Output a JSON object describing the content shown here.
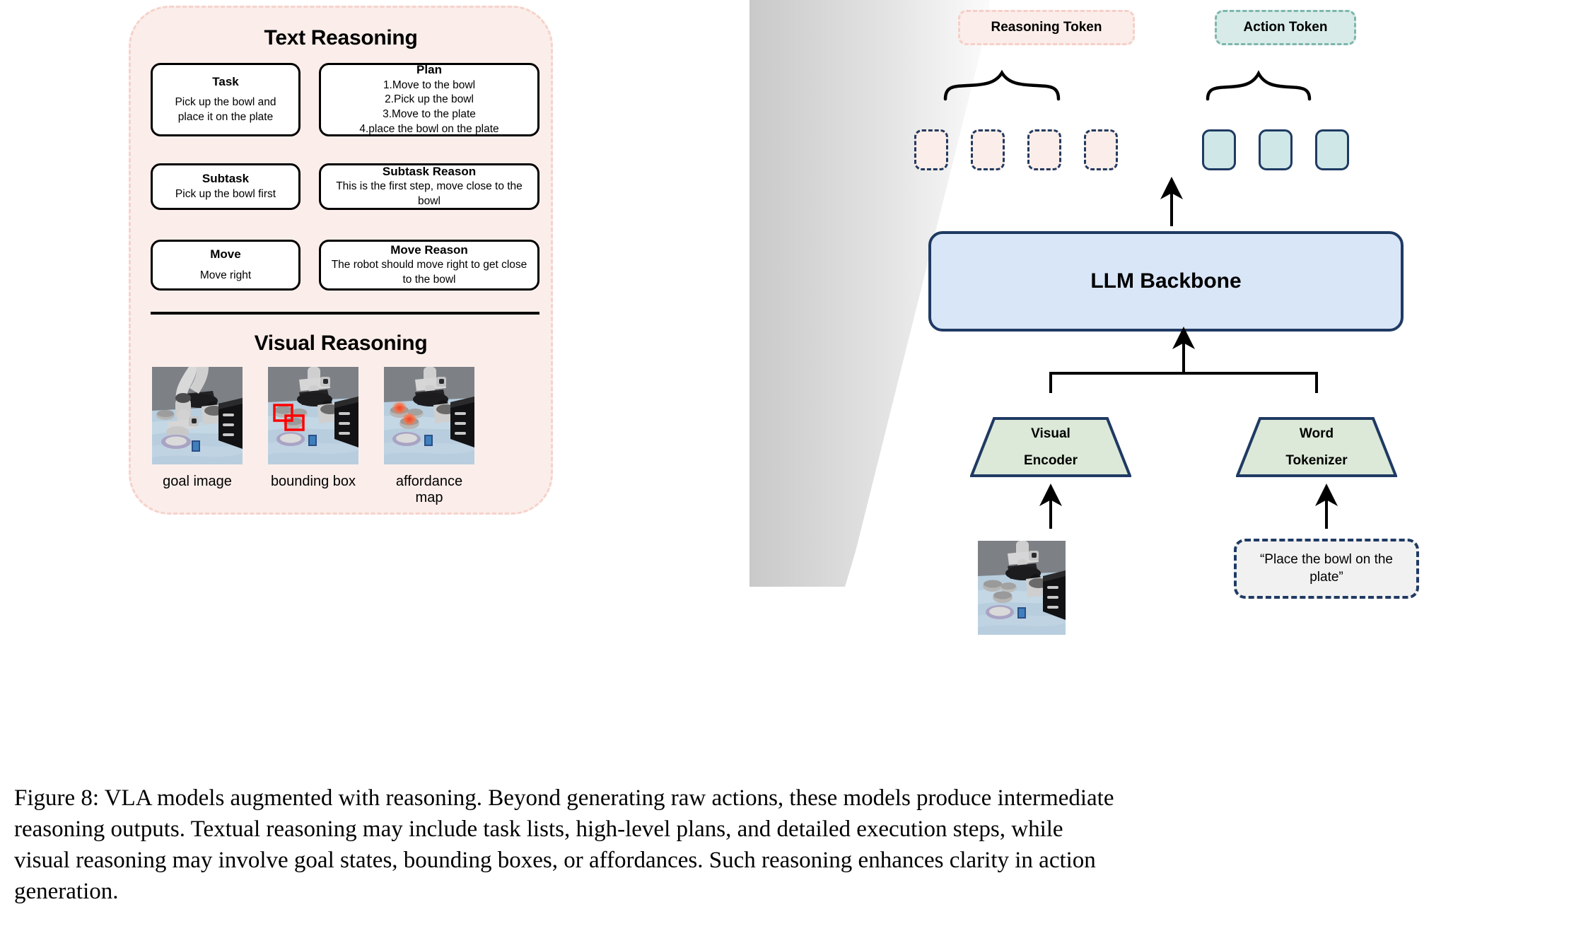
{
  "figure": {
    "caption_lines": [
      "Figure 8: VLA models augmented with reasoning. Beyond generating raw actions, these models produce intermediate",
      "reasoning outputs.  Textual reasoning may include task lists, high-level plans, and detailed execution steps, while",
      "visual reasoning may involve goal states, bounding boxes, or affordances. Such reasoning enhances clarity in action",
      "generation."
    ]
  },
  "reasoning_panel": {
    "text_reasoning_title": "Text Reasoning",
    "visual_reasoning_title": "Visual Reasoning",
    "boxes": {
      "task": {
        "head": "Task",
        "body": "Pick up the bowl and\nplace it on the plate"
      },
      "plan": {
        "head": "Plan",
        "body": "1.Move to the bowl\n2.Pick up the bowl\n3.Move to the plate\n4.place the bowl on the plate"
      },
      "subtask": {
        "head": "Subtask",
        "body": "Pick up the bowl first"
      },
      "subtask_reason": {
        "head": "Subtask Reason",
        "body": "This is the first step, move close to the\nbowl"
      },
      "move": {
        "head": "Move",
        "body": "Move right"
      },
      "move_reason": {
        "head": "Move Reason",
        "body": "The robot should move right to get close\nto the bowl"
      }
    },
    "thumbnails": [
      {
        "caption": "goal image"
      },
      {
        "caption": "bounding box"
      },
      {
        "caption": "affordance map"
      }
    ]
  },
  "architecture": {
    "reasoning_token_label": "Reasoning Token",
    "action_token_label": "Action Token",
    "reasoning_token_count": 4,
    "action_token_count": 3,
    "llm_backbone_label": "LLM Backbone",
    "visual_encoder_lines": [
      "Visual",
      "Encoder"
    ],
    "word_tokenizer_lines": [
      "Word",
      "Tokenizer"
    ],
    "prompt_text": "“Place the bowl on the plate”"
  },
  "colors": {
    "panel_fill": "#fbeeea",
    "panel_border": "#f6d2cb",
    "reasoning_token_fill": "#fbeeea",
    "reasoning_token_border": "#f6cfc8",
    "action_token_fill": "#d8ebe8",
    "action_token_border": "#7db6ac",
    "token_chip_outline": "#1f3a63",
    "llm_fill": "#d9e6f7",
    "llm_border": "#1f3a63",
    "encoder_fill": "#dce9d8",
    "encoder_border": "#1f3a63",
    "prompt_fill": "#f1f1f1",
    "bbox_red": "#ff0000"
  }
}
